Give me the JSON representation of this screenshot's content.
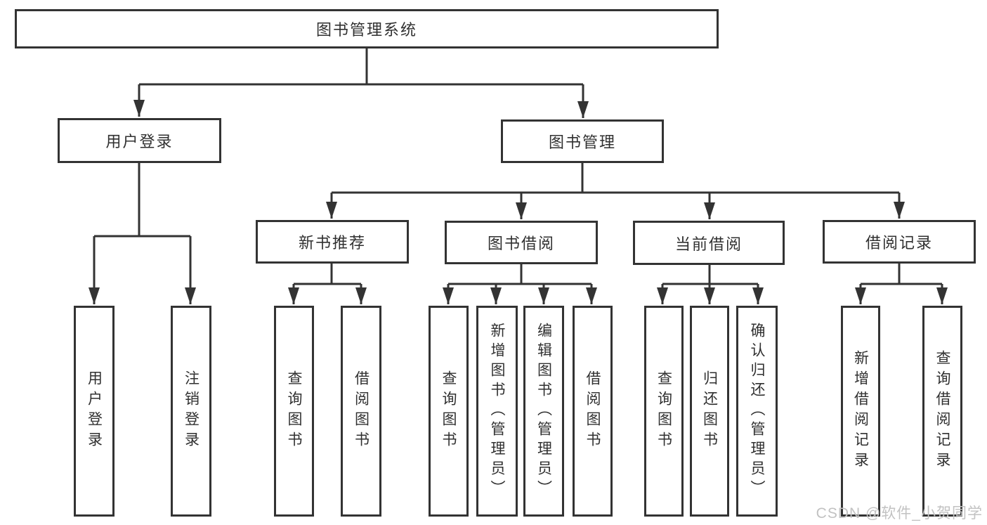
{
  "diagram": {
    "type": "hierarchy-structure-diagram",
    "colors": {
      "line": "#333333",
      "box_border": "#333333",
      "box_fill": "#ffffff",
      "text": "#303030",
      "watermark": "#c2c2c2",
      "background": "#ffffff"
    },
    "nodes": {
      "root": "图书管理系统",
      "user_login": "用户登录",
      "book_management": "图书管理",
      "new_book_recommend": "新书推荐",
      "book_borrowing": "图书借阅",
      "current_borrowing": "当前借阅",
      "borrowing_records": "借阅记录",
      "leaf_user_login": "用户登录",
      "leaf_logout": "注销登录",
      "nb_query_books": "查询图书",
      "nb_borrow_books": "借阅图书",
      "bb_query_books": "查询图书",
      "bb_add_books": "新增图书（管理员）",
      "bb_edit_books": "编辑图书（管理员）",
      "bb_borrow_books": "借阅图书",
      "cb_query_books": "查询图书",
      "cb_return_books": "归还图书",
      "cb_confirm_return": "确认归还（管理员）",
      "br_add_record": "新增借阅记录",
      "br_query_record": "查询借阅记录"
    },
    "watermark": "CSDN @软件_小贺同学"
  }
}
